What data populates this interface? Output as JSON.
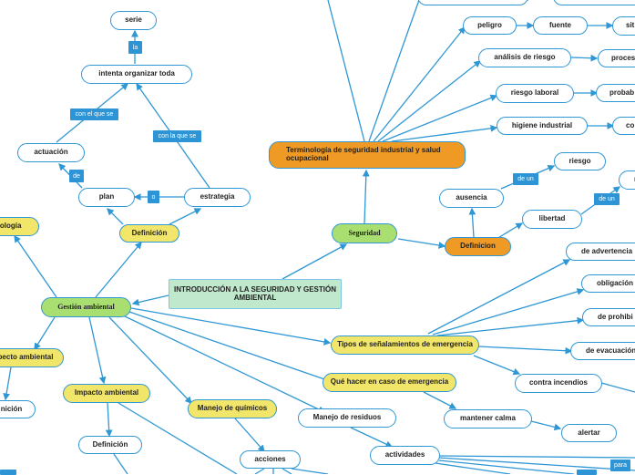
{
  "root": "INTRODUCCIÓN A LA SEGURIDAD Y GESTIÓN AMBIENTAL",
  "gestion": {
    "title": "Gestión ambiental",
    "tecnologia": "nología",
    "definicion": "Definición",
    "plan": "plan",
    "estrategia": "estrategia",
    "actuacion": "actuación",
    "intenta": "intenta organizar toda",
    "serie": "serie",
    "lbl_la": "la",
    "lbl_con_el_que_se": "con el que se",
    "lbl_con_la_que_se": "con la que se",
    "lbl_de": "de",
    "lbl_o": "o",
    "impacto_left": "pecto ambiental",
    "nicion": "nición",
    "impacto": "Impacto ambiental",
    "impacto_def": "Definición",
    "manejo": "Manejo de químicos",
    "acciones": "acciones",
    "residuos": "Manejo de residuos",
    "actividades": "actividades",
    "lbl_para": "para"
  },
  "seguridad": {
    "title": "Seguridad",
    "terminologia": "Terminología de seguridad industrial y salud ocupacional",
    "peligro": "peligro",
    "fuente": "fuente",
    "sit": "sit",
    "analisis": "análisis de riesgo",
    "proces": "proces",
    "riesgo_laboral": "riesgo laboral",
    "probab": "probab",
    "higiene": "higiene industrial",
    "co": "co",
    "definicion": "Definicion",
    "ausencia": "ausencia",
    "riesgo": "riesgo",
    "libertad": "libertad",
    "lbl_de_un_1": "de un",
    "lbl_de_un_2": "de un",
    "r_edge": "r"
  },
  "senal": {
    "tipos": "Tipos de señalamientos de emergencia",
    "advertencia": "de advertencia",
    "obligacion": "obligación",
    "prohibicion": "de prohibi",
    "evacuacion": "de evacuación",
    "que_hacer": "Qué hacer en caso de emergencia",
    "incendios": "contra incendios",
    "calma": "mantener calma",
    "alertar": "alertar"
  }
}
